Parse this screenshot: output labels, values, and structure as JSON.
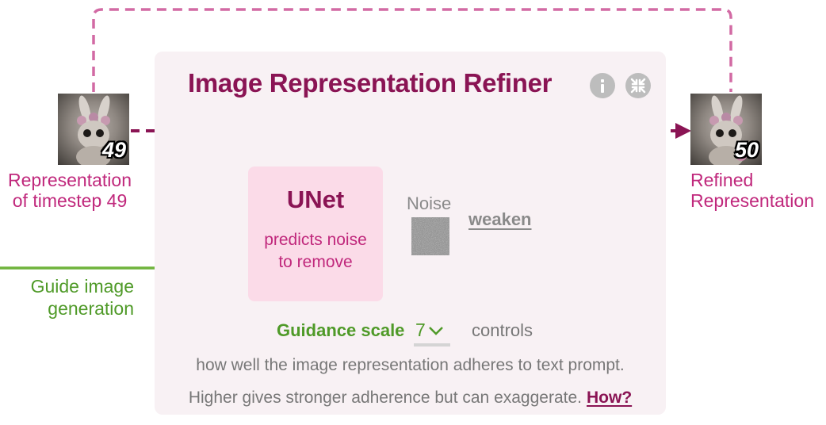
{
  "refiner": {
    "title": "Image Representation Refiner",
    "info_icon": "info-icon",
    "collapse_icon": "collapse-icon"
  },
  "input": {
    "step": "49",
    "label_line1": "Representation",
    "label_line2": "of timestep 49"
  },
  "output": {
    "step": "50",
    "label_line1": "Refined",
    "label_line2": "Representation"
  },
  "guide": {
    "line1": "Guide image",
    "line2": "generation"
  },
  "unet": {
    "title": "UNet",
    "desc_line1": "predicts noise",
    "desc_line2": "to remove"
  },
  "noise": {
    "label": "Noise",
    "weaken": "weaken"
  },
  "guidance": {
    "label": "Guidance scale",
    "value": "7",
    "controls": "controls",
    "desc_line1": "how well the image representation adheres to text prompt.",
    "desc_line2": "Higher gives stronger adherence but can exaggerate.",
    "how_link": "How?"
  },
  "colors": {
    "dark_magenta": "#8a1454",
    "magenta": "#c0287c",
    "pink_dashed": "#d26aa4",
    "green": "#4f9a28",
    "panel_bg": "#f8f1f4",
    "unet_bg": "#fbdbe8"
  }
}
